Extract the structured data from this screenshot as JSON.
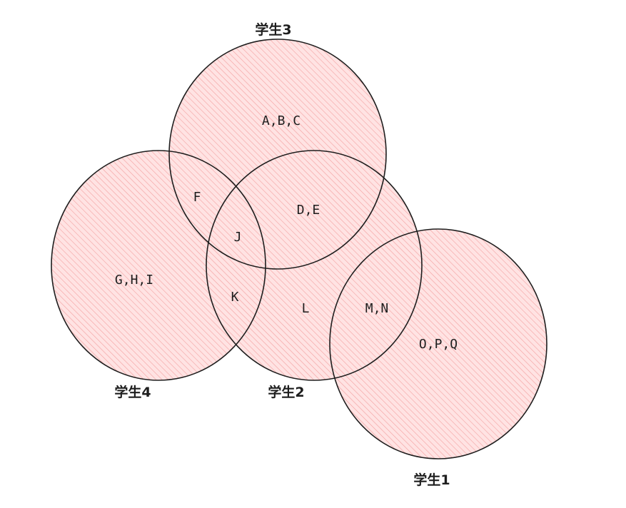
{
  "diagram": {
    "colors": {
      "fill": "#ffc9c9",
      "hatch": "#f08c8c",
      "stroke": "#1e1e1e"
    },
    "sets": [
      {
        "id": "s3",
        "label": "学生3"
      },
      {
        "id": "s4",
        "label": "学生4"
      },
      {
        "id": "s2",
        "label": "学生2"
      },
      {
        "id": "s1",
        "label": "学生1"
      }
    ],
    "regions": [
      {
        "id": "abc",
        "text": "A,B,C"
      },
      {
        "id": "de",
        "text": "D,E"
      },
      {
        "id": "f",
        "text": "F"
      },
      {
        "id": "j",
        "text": "J"
      },
      {
        "id": "ghi",
        "text": "G,H,I"
      },
      {
        "id": "k",
        "text": "K"
      },
      {
        "id": "l",
        "text": "L"
      },
      {
        "id": "mn",
        "text": "M,N"
      },
      {
        "id": "opq",
        "text": "O,P,Q"
      }
    ]
  }
}
